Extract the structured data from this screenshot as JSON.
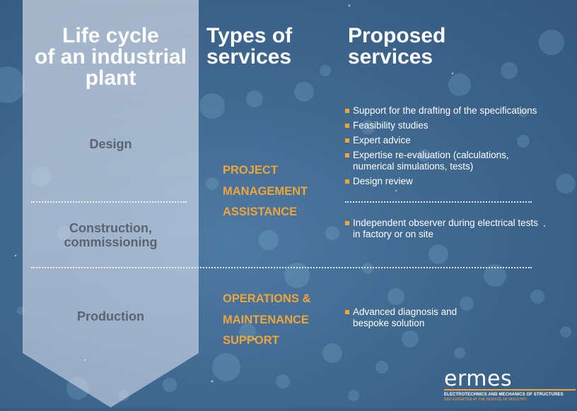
{
  "headers": {
    "lifecycle": [
      "Life cycle",
      "of an industrial",
      "plant"
    ],
    "types": [
      "Types of",
      "services"
    ],
    "proposed": [
      "Proposed",
      "services"
    ]
  },
  "phases": {
    "design": "Design",
    "construction": [
      "Construction,",
      "commissioning"
    ],
    "production": "Production"
  },
  "service_types": {
    "project": [
      "PROJECT",
      "MANAGEMENT",
      "ASSISTANCE"
    ],
    "operations": [
      "OPERATIONS &",
      "MAINTENANCE",
      "SUPPORT"
    ]
  },
  "proposed_design": [
    "Support for the drafting of the specifications",
    "Feasibility studies",
    "Expert advice",
    "Expertise re-evaluation (calculations, numerical simulations, tests)",
    "Design review"
  ],
  "proposed_construction": [
    "Independent observer during electrical tests in factory or on site"
  ],
  "proposed_production": [
    "Advanced diagnosis and bespoke solution"
  ],
  "logo": {
    "word": "ermes",
    "tagline1": "ELECTROTECHNICS AND MECHANICS OF STRUCTURES",
    "tagline2": "R&D EXPERTISE AT THE SERVICE OF INDUSTRY"
  },
  "colors": {
    "accent": "#f0a43a",
    "background": "#3f6890",
    "phase_text": "#5b6472"
  }
}
